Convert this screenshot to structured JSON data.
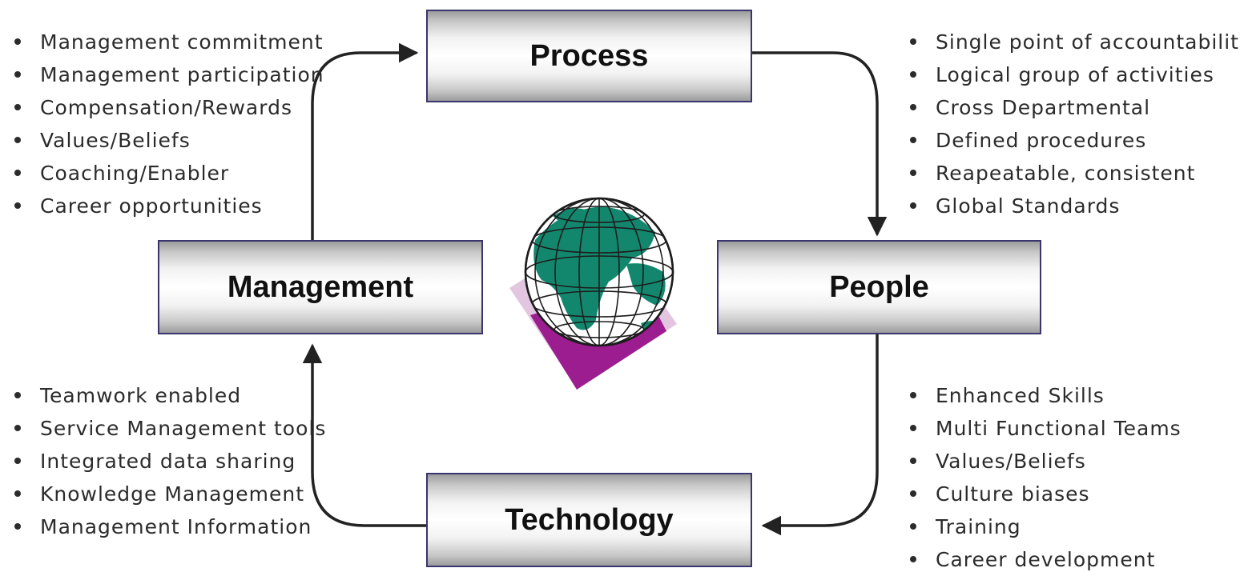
{
  "diagram": {
    "nodes": {
      "process": {
        "label": "Process"
      },
      "management": {
        "label": "Management"
      },
      "people": {
        "label": "People"
      },
      "technology": {
        "label": "Technology"
      }
    },
    "lists": {
      "management": {
        "items": [
          "Management commitment",
          "Management participation",
          "Compensation/Rewards",
          "Values/Beliefs",
          "Coaching/Enabler",
          "Career opportunities"
        ]
      },
      "process": {
        "items": [
          "Single point of accountability",
          "Logical group of activities",
          "Cross Departmental",
          "Defined procedures",
          "Reapeatable, consistent",
          "Global Standards"
        ]
      },
      "technology": {
        "items": [
          "Teamwork enabled",
          "Service Management tools",
          "Integrated data sharing",
          "Knowledge Management",
          "Management Information"
        ]
      },
      "people": {
        "items": [
          "Enhanced Skills",
          "Multi Functional Teams",
          "Values/Beliefs",
          "Culture biases",
          "Training",
          "Career development"
        ]
      }
    },
    "flow": [
      {
        "from": "management",
        "to": "process"
      },
      {
        "from": "process",
        "to": "people"
      },
      {
        "from": "people",
        "to": "technology"
      },
      {
        "from": "technology",
        "to": "management"
      }
    ],
    "center_icon": "globe-icon",
    "colors": {
      "box_border": "#3a3470",
      "arrow": "#222222",
      "globe_land": "#13876e",
      "globe_sea": "#ffffff",
      "square_dark": "#9c1d8f",
      "square_light": "#e2c6e0"
    }
  }
}
